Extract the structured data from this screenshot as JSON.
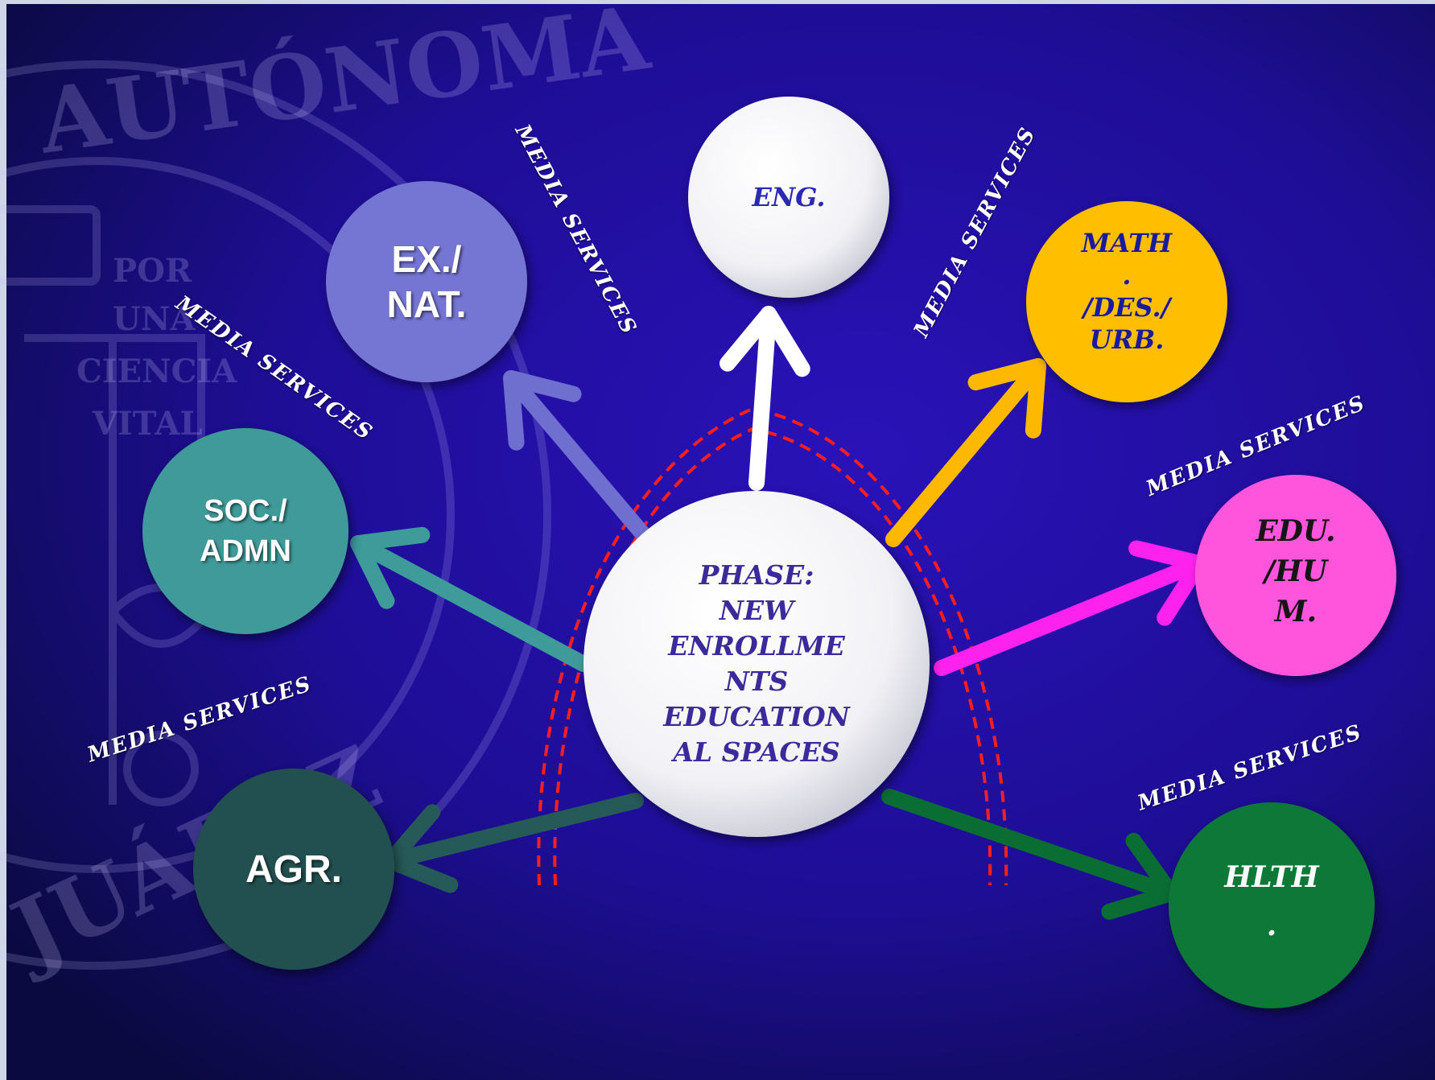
{
  "watermark": {
    "seal_lettering": [
      "AUTÓNOMA",
      "JUÁREZ",
      "POR",
      "UNA",
      "CIENCIA",
      "VITAL"
    ]
  },
  "center": {
    "label": "PHASE:\nNEW\nENROLLME\nNTS\nEDUCATION\nAL SPACES",
    "color": "#ffffff",
    "text_color": "#3a2a9a"
  },
  "nodes": {
    "eng": {
      "label": "ENG.",
      "color": "#ffffff",
      "text_color": "#2a2ab0",
      "arrow_color": "#ffffff"
    },
    "ex": {
      "label": "EX./\nNAT.",
      "color": "#7474d4",
      "text_color": "#ffffff",
      "arrow_color": "#6f6fd0"
    },
    "math": {
      "label": "MATH\n.\n/DES./\nURB.",
      "color": "#ffbf00",
      "text_color": "#1a1aa0",
      "arrow_color": "#ffb800"
    },
    "soc": {
      "label": "SOC./\nADMN",
      "color": "#3f9a9a",
      "text_color": "#ffffff",
      "arrow_color": "#3f9a9a"
    },
    "edu": {
      "label": "EDU.\n/HU\nM.",
      "color": "#ff55dd",
      "text_color": "#151515",
      "arrow_color": "#ff22ee"
    },
    "agr": {
      "label": "AGR.",
      "color": "#225050",
      "text_color": "#ffffff",
      "arrow_color": "#265a58"
    },
    "hlth": {
      "label": "HLTH\n.",
      "color": "#0c7838",
      "text_color": "#ffffff",
      "arrow_color": "#0a6e34"
    }
  },
  "media_label_text": "MEDIA SERVICES",
  "colors": {
    "bg_center": "#2a12b8",
    "bg_edge": "#0a0a40",
    "dashed_ring": "#ff1e1e"
  }
}
